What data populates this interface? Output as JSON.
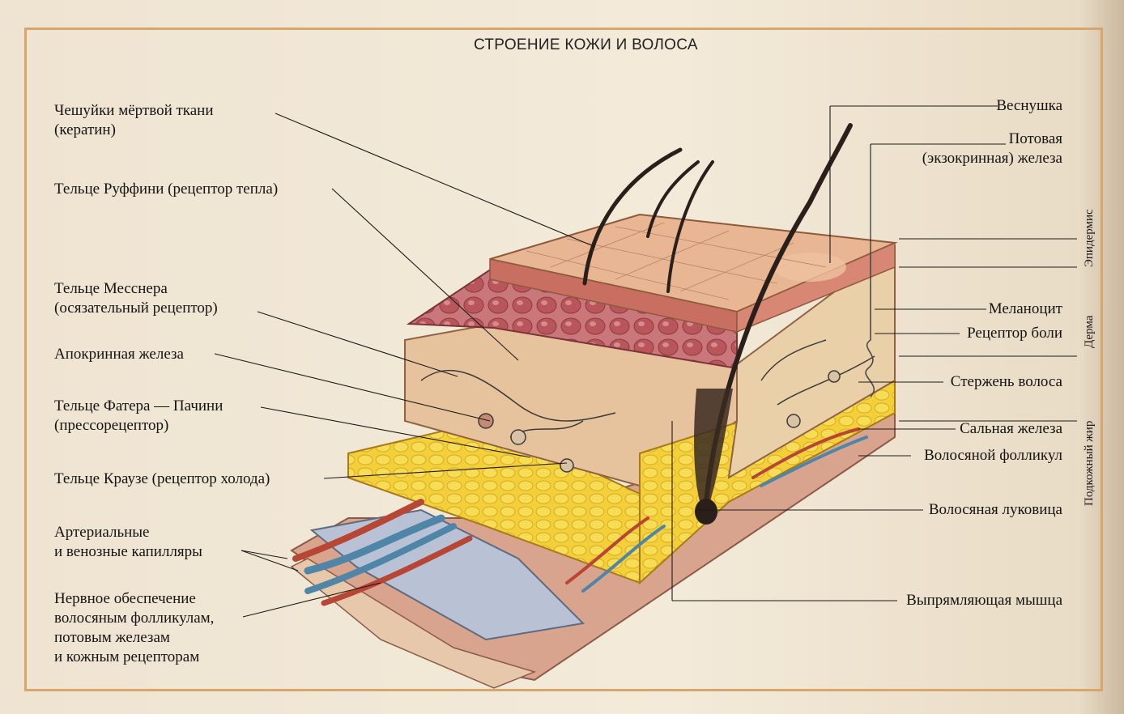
{
  "title": "СТРОЕНИЕ КОЖИ И ВОЛОСА",
  "left_labels": [
    "Чешуйки мёртвой ткани\n(кератин)",
    "Тельце Руффини (рецептор тепла)",
    "Тельце Месснера\n(осязательный рецептор)",
    "Апокринная железа",
    "Тельце Фатера — Пачини\n(прессорецептор)",
    "Тельце Краузе (рецептор холода)",
    "Артериальные\nи венозные капилляры",
    "Нервное обеспечение\nволосяным фолликулам,\nпотовым железам\nи кожным рецепторам"
  ],
  "right_labels": [
    "Веснушка",
    "Потовая\n(экзокринная) железа",
    "Меланоцит",
    "Рецептор боли",
    "Стержень волоса",
    "Сальная железа",
    "Волосяной фолликул",
    "Волосяная луковица",
    "Выпрямляющая мышца"
  ],
  "layers": [
    "Эпидермис",
    "Дерма",
    "Подкожный жир"
  ],
  "colors": {
    "frame": "#d8a66a",
    "epidermis": "#e7b58f",
    "dermis": "#e9c7a0",
    "papillae": "#b55a5e",
    "fat": "#f2cf37",
    "artery": "#b84634",
    "vein": "#4f86a8",
    "hair": "#2a1f1a"
  }
}
